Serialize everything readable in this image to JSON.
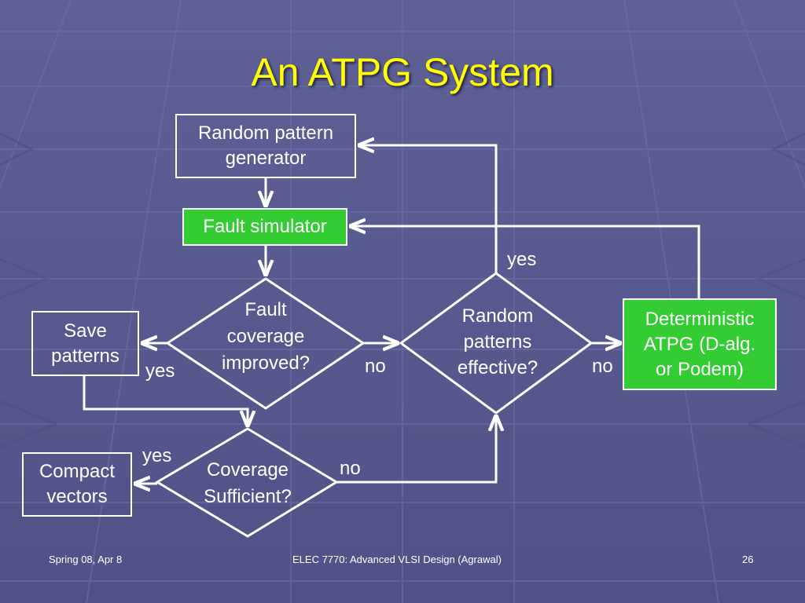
{
  "slide": {
    "title": "An ATPG System",
    "colors": {
      "title": "#ffff00",
      "accent_box": "#33cc33",
      "line": "#ffffff"
    }
  },
  "nodes": {
    "random_gen": "Random pattern\ngenerator",
    "fault_sim": "Fault simulator",
    "fault_cov": "Fault\ncoverage\nimproved?",
    "random_eff": "Random\npatterns\neffective?",
    "deterministic": "Deterministic\nATPG (D-alg.\nor Podem)",
    "save": "Save\npatterns",
    "coverage_suff": "Coverage\nSufficient?",
    "compact": "Compact\nvectors"
  },
  "edge_labels": {
    "yes_random": "yes",
    "yes_save": "yes",
    "no_fault_cov": "no",
    "no_random": "no",
    "yes_compact": "yes",
    "no_coverage": "no"
  },
  "footer": {
    "left": "Spring 08, Apr 8",
    "center": "ELEC 7770: Advanced VLSI Design (Agrawal)",
    "page": "26"
  }
}
